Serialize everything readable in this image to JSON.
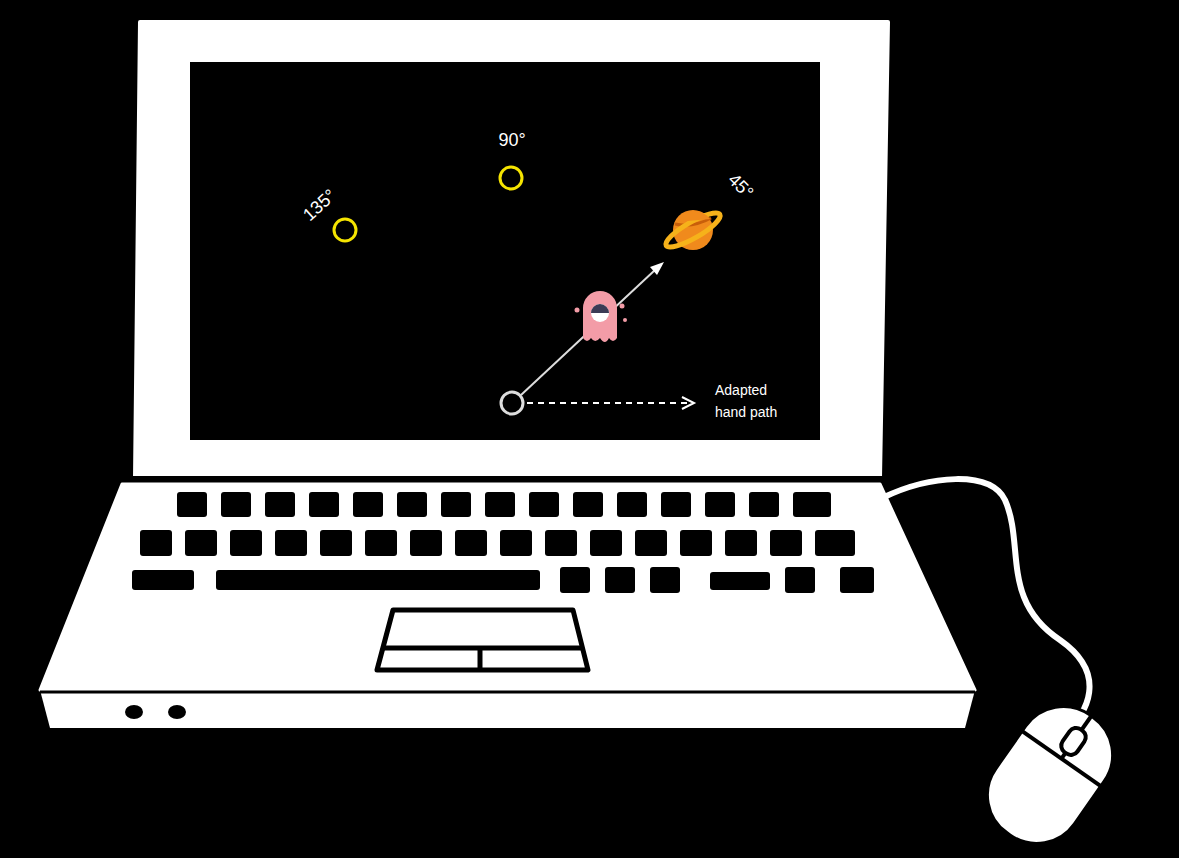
{
  "diagram": {
    "labels": [
      "135°",
      "90°",
      "45°",
      "Adapted hand path"
    ]
  }
}
